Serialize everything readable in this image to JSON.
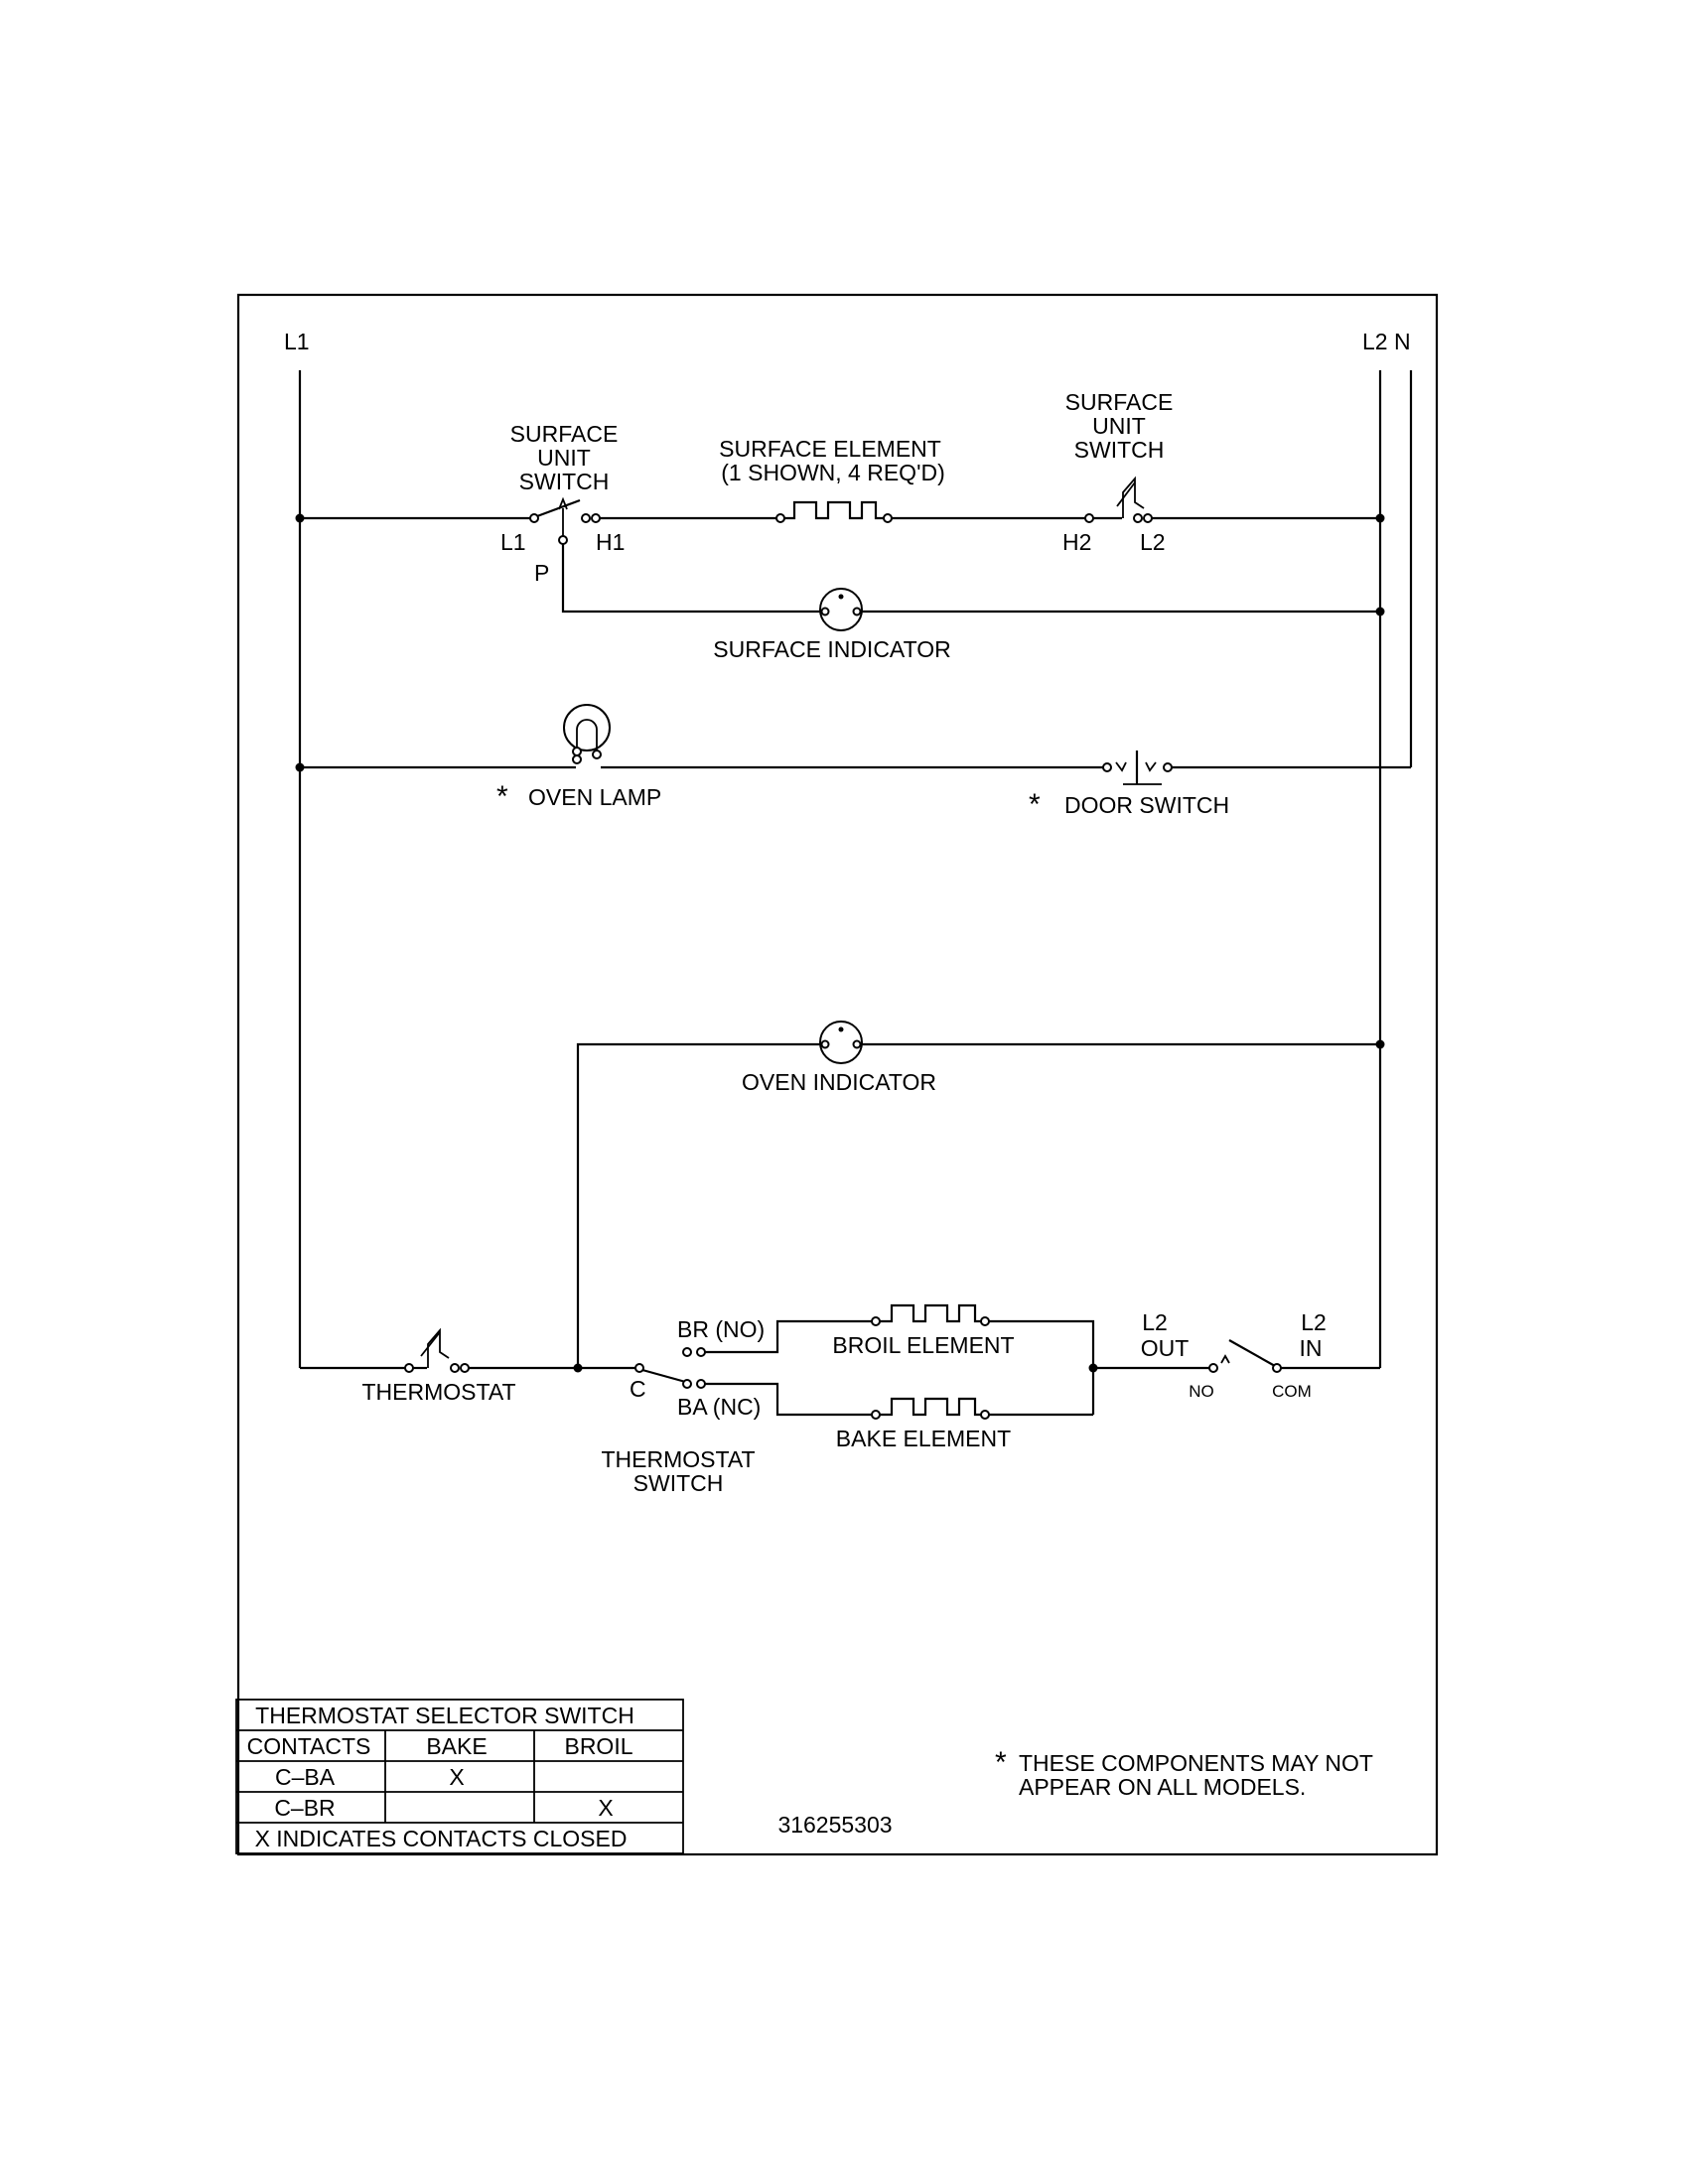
{
  "rails": {
    "l1": "L1",
    "l2n": "L2 N"
  },
  "surface": {
    "switch_left": [
      "SURFACE",
      "UNIT",
      "SWITCH"
    ],
    "switch_right": [
      "SURFACE",
      "UNIT",
      "SWITCH"
    ],
    "element": [
      "SURFACE ELEMENT",
      "(1 SHOWN, 4 REQ'D)"
    ],
    "term_l1": "L1",
    "term_h1": "H1",
    "term_p": "P",
    "term_h2": "H2",
    "term_l2": "L2",
    "indicator": "SURFACE INDICATOR"
  },
  "lamp_row": {
    "star": "*",
    "oven_lamp": "OVEN LAMP",
    "door_switch": "DOOR SWITCH"
  },
  "oven_indicator": "OVEN INDICATOR",
  "bottom": {
    "thermostat": "THERMOSTAT",
    "term_c": "C",
    "br_no": "BR (NO)",
    "ba_nc": "BA (NC)",
    "thermostat_switch": [
      "THERMOSTAT",
      "SWITCH"
    ],
    "broil_element": "BROIL ELEMENT",
    "bake_element": "BAKE ELEMENT",
    "l2_out": [
      "L2",
      "OUT"
    ],
    "l2_in": [
      "L2",
      "IN"
    ],
    "no": "NO",
    "com": "COM"
  },
  "table": {
    "title": "THERMOSTAT SELECTOR SWITCH",
    "headers": [
      "CONTACTS",
      "BAKE",
      "BROIL"
    ],
    "rows": [
      [
        "C–BA",
        "X",
        ""
      ],
      [
        "C–BR",
        "",
        "X"
      ]
    ],
    "footer": "X INDICATES CONTACTS CLOSED"
  },
  "part_number": "316255303",
  "note": {
    "star": "*",
    "lines": [
      "THESE COMPONENTS MAY NOT",
      "APPEAR ON ALL MODELS."
    ]
  }
}
